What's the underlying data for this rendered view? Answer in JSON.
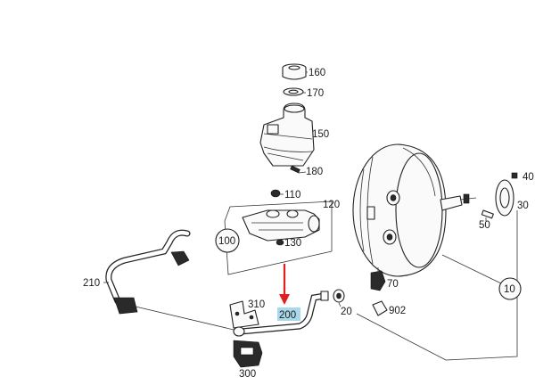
{
  "diagram": {
    "callouts": [
      {
        "id": "160",
        "text": "160"
      },
      {
        "id": "170",
        "text": "170"
      },
      {
        "id": "150",
        "text": "150"
      },
      {
        "id": "180",
        "text": "180"
      },
      {
        "id": "110",
        "text": "110"
      },
      {
        "id": "120",
        "text": "120"
      },
      {
        "id": "100",
        "text": "100"
      },
      {
        "id": "130",
        "text": "130"
      },
      {
        "id": "210",
        "text": "210"
      },
      {
        "id": "310",
        "text": "310"
      },
      {
        "id": "200",
        "text": "200"
      },
      {
        "id": "20",
        "text": "20"
      },
      {
        "id": "70",
        "text": "70"
      },
      {
        "id": "902",
        "text": "902"
      },
      {
        "id": "300",
        "text": "300"
      },
      {
        "id": "10",
        "text": "10"
      },
      {
        "id": "50",
        "text": "50"
      },
      {
        "id": "30",
        "text": "30"
      },
      {
        "id": "40",
        "text": "40"
      }
    ],
    "highlighted": "200",
    "colors": {
      "highlight": "#a8d8ea",
      "arrow": "#e02020",
      "ink": "#222222"
    }
  }
}
